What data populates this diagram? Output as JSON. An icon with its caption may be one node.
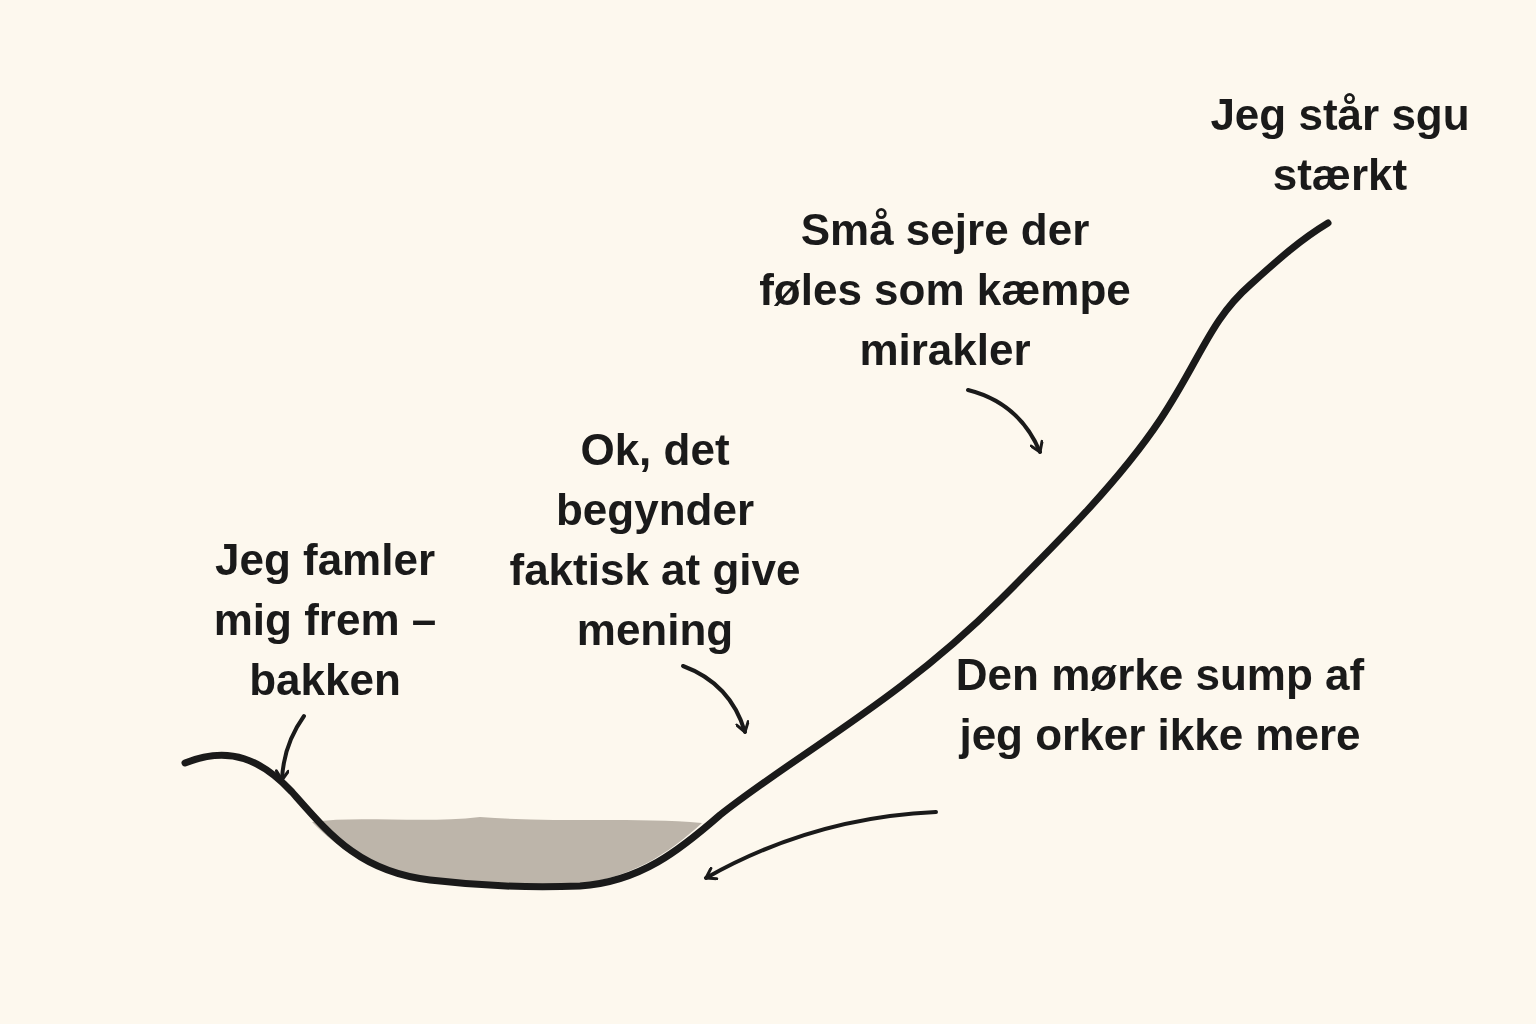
{
  "diagram": {
    "nodes": [
      {
        "text": [
          "Jeg famler mig frem –bakken"
        ]
      },
      {
        "text": [
          "Ok, det begynder faktisk at give mening"
        ]
      },
      {
        "text": [
          "Små sejre der føles som kæmpe mirakler"
        ]
      },
      {
        "text": [
          "Den mørke sump af jeg orker ikke mere"
        ]
      },
      {
        "text": [],
        "shape": "pool"
      }
    ],
    "edges": [
      {
        "from": 0,
        "to": null,
        "arrow": "to"
      },
      {
        "from": 1,
        "to": null,
        "arrow": "to"
      },
      {
        "from": 2,
        "to": null,
        "arrow": "to"
      },
      {
        "from": 3,
        "to": 4,
        "arrow": "to"
      }
    ],
    "labels": [
      "Jeg står sgu stærkt"
    ]
  }
}
